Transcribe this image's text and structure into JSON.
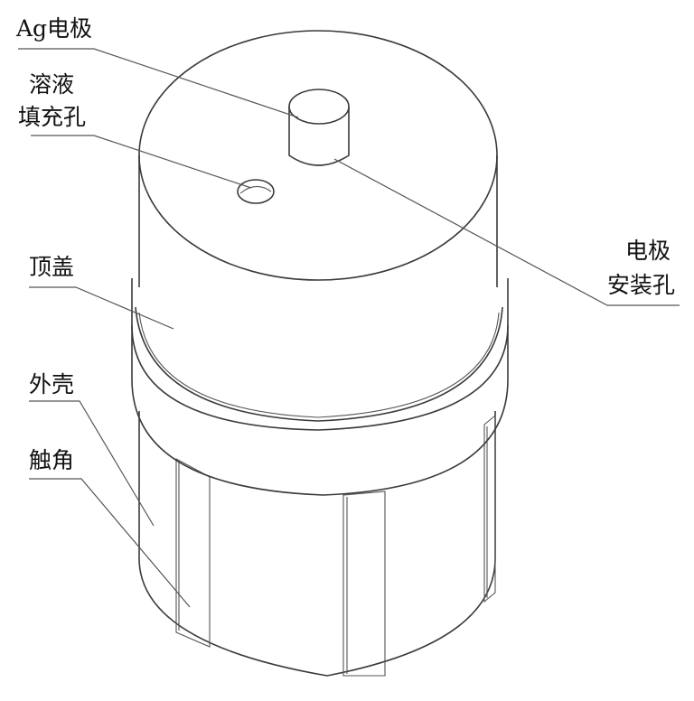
{
  "labels": {
    "ag_electrode": "Ag电极",
    "fill_hole_line1": "溶液",
    "fill_hole_line2": "填充孔",
    "top_cap": "顶盖",
    "outer_shell": "外壳",
    "tentacle": "触角",
    "install_hole_line1": "电极",
    "install_hole_line2": "安装孔"
  },
  "colors": {
    "stroke": "#3a3a3a",
    "leader": "#555555",
    "text": "#111111",
    "background": "#ffffff"
  }
}
